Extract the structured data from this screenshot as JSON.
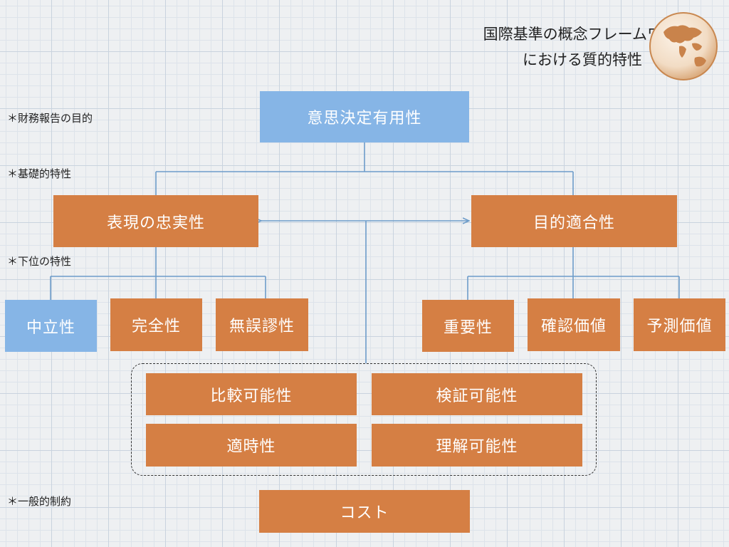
{
  "title": {
    "line1": "国際基準の概念フレームワーク",
    "line2": "における質的特性"
  },
  "side_labels": {
    "objective": "＊財務報告の目的",
    "fundamental": "＊基礎的特性",
    "lower": "＊下位の特性",
    "constraint": "＊一般的制約"
  },
  "nodes": {
    "decision_usefulness": "意思決定有用性",
    "faithful_representation": "表現の忠実性",
    "relevance": "目的適合性",
    "neutrality": "中立性",
    "completeness": "完全性",
    "free_from_error": "無誤謬性",
    "materiality": "重要性",
    "confirmatory_value": "確認価値",
    "predictive_value": "予測価値",
    "comparability": "比較可能性",
    "verifiability": "検証可能性",
    "timeliness": "適時性",
    "understandability": "理解可能性",
    "cost": "コスト"
  },
  "colors": {
    "orange": "#d57f44",
    "blue": "#86b5e6",
    "connector": "#6d9cc9"
  }
}
